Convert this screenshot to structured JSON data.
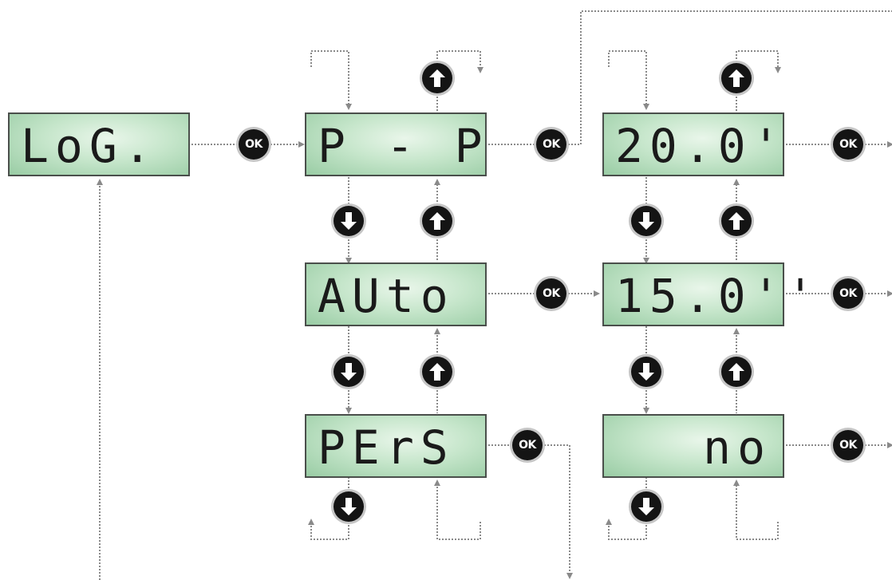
{
  "displays": {
    "log": "LoG.",
    "pp": "P - P",
    "auto": "AUto",
    "pers": "PErS",
    "t20": "20.0'",
    "t15": "15.0''",
    "no": "no"
  },
  "buttons": {
    "ok": "OK"
  },
  "icons": {
    "ok_button": "ok-button-icon",
    "up_button": "arrow-up-icon",
    "down_button": "arrow-down-icon"
  },
  "colors": {
    "lcd_light": "#e9f6ea",
    "lcd_dark": "#99cca4",
    "button": "#141414",
    "connector": "#8a8a8a"
  }
}
